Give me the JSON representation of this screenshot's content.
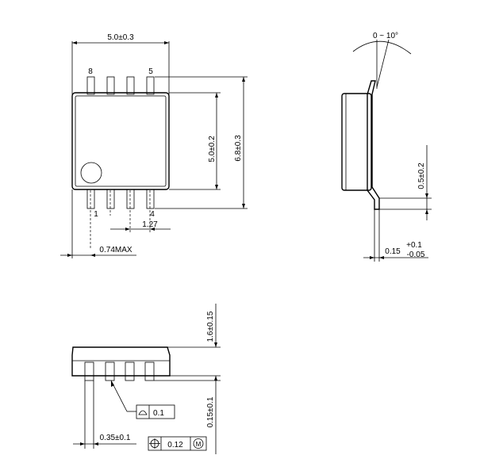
{
  "top_view": {
    "width_dim": "5.0±0.3",
    "body_height_dim": "5.0±0.2",
    "total_height_dim": "6.8±0.3",
    "pin_pitch": "1.27",
    "lead_max": "0.74MAX",
    "pin_labels": {
      "p8": "8",
      "p5": "5",
      "p1": "1",
      "p4": "4"
    }
  },
  "side_view": {
    "angle": "0 ~ 10°",
    "standoff_dim": "0.5±0.2",
    "lead_thickness": "0.15",
    "tol_plus": "+0.1",
    "tol_minus": "-0.05"
  },
  "front_view": {
    "height_dim": "1.6±0.15",
    "seat_dim": "0.15±0.1",
    "lead_width": "0.35±0.1",
    "flatness_value": "0.1",
    "position_value": "0.12",
    "mmc_symbol": "M"
  }
}
